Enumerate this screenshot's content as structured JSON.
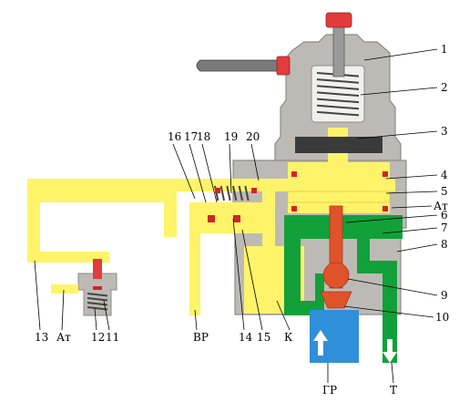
{
  "colors": {
    "body_gray": "#bdbab5",
    "body_dark": "#8e8b86",
    "oil_yellow": "#fff36a",
    "oil_yellow_edge": "#e2c83a",
    "return_green": "#12a03a",
    "supply_blue": "#2f8fd8",
    "valve_orange": "#e0532a",
    "cap_red": "#e23b3b",
    "seal_red": "#d2232a",
    "piston_dark": "#3a3a3a",
    "handle_gray": "#7a7a7a"
  },
  "callouts": [
    {
      "id": "1",
      "text": "1"
    },
    {
      "id": "2",
      "text": "2"
    },
    {
      "id": "3",
      "text": "3"
    },
    {
      "id": "4",
      "text": "4"
    },
    {
      "id": "5",
      "text": "5"
    },
    {
      "id": "at_right",
      "text": "Ат"
    },
    {
      "id": "6",
      "text": "6"
    },
    {
      "id": "7",
      "text": "7"
    },
    {
      "id": "8",
      "text": "8"
    },
    {
      "id": "9",
      "text": "9"
    },
    {
      "id": "10",
      "text": "10"
    },
    {
      "id": "16",
      "text": "16"
    },
    {
      "id": "17",
      "text": "17"
    },
    {
      "id": "18",
      "text": "18"
    },
    {
      "id": "19",
      "text": "19"
    },
    {
      "id": "20",
      "text": "20"
    },
    {
      "id": "13",
      "text": "13"
    },
    {
      "id": "at_left",
      "text": "Ат"
    },
    {
      "id": "12",
      "text": "12"
    },
    {
      "id": "11",
      "text": "11"
    },
    {
      "id": "vr",
      "text": "ВР"
    },
    {
      "id": "14",
      "text": "14"
    },
    {
      "id": "15",
      "text": "15"
    },
    {
      "id": "k",
      "text": "К"
    },
    {
      "id": "gr",
      "text": "ГР"
    },
    {
      "id": "t",
      "text": "Т"
    }
  ],
  "flow_arrows": [
    {
      "id": "supply",
      "direction": "up"
    },
    {
      "id": "return",
      "direction": "down"
    }
  ]
}
